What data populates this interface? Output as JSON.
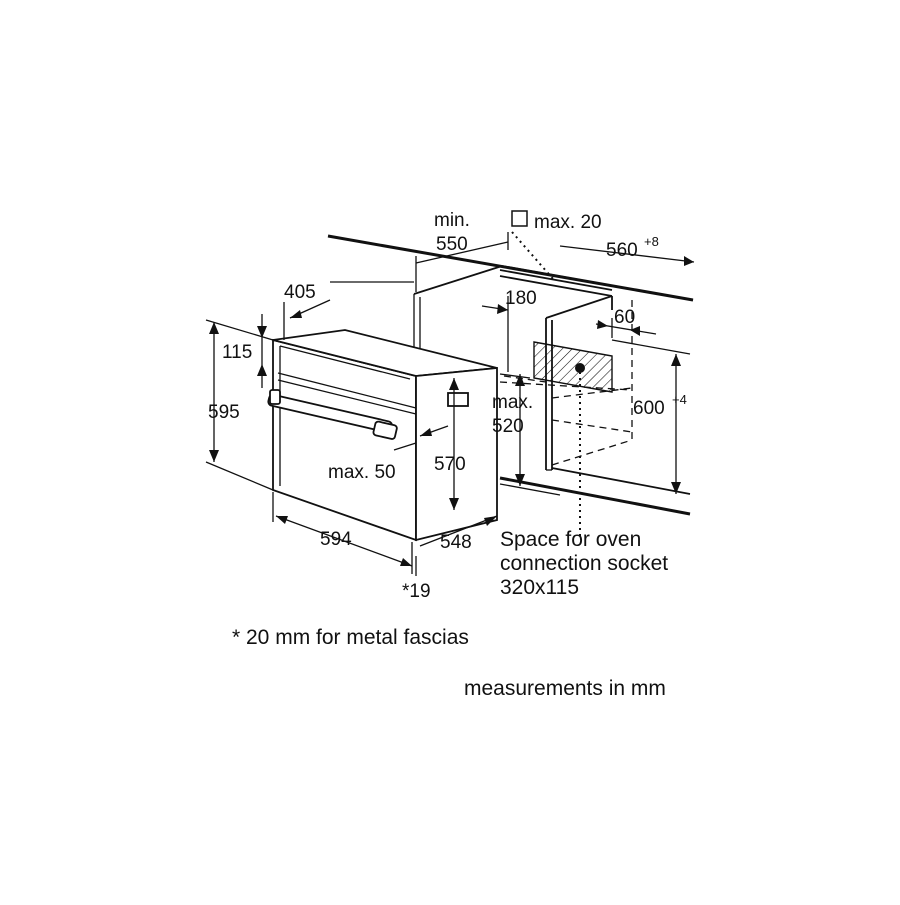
{
  "labels": {
    "min": "min.",
    "min_550": "550",
    "max20": "max. 20",
    "w560": "560",
    "w560_sup": "+8",
    "d405": "405",
    "d180": "180",
    "d60": "60",
    "d115": "115",
    "h595": "595",
    "max_label": "max.",
    "max_520": "520",
    "h600": "600",
    "h600_sup": "+4",
    "max50": "max. 50",
    "h570": "570",
    "w594": "594",
    "d548": "548",
    "star19": "*19"
  },
  "notes": {
    "socket_line1": "Space for oven",
    "socket_line2": "connection socket",
    "socket_line3": "320x115",
    "fascia": "* 20 mm for metal fascias",
    "units": "measurements in mm"
  }
}
